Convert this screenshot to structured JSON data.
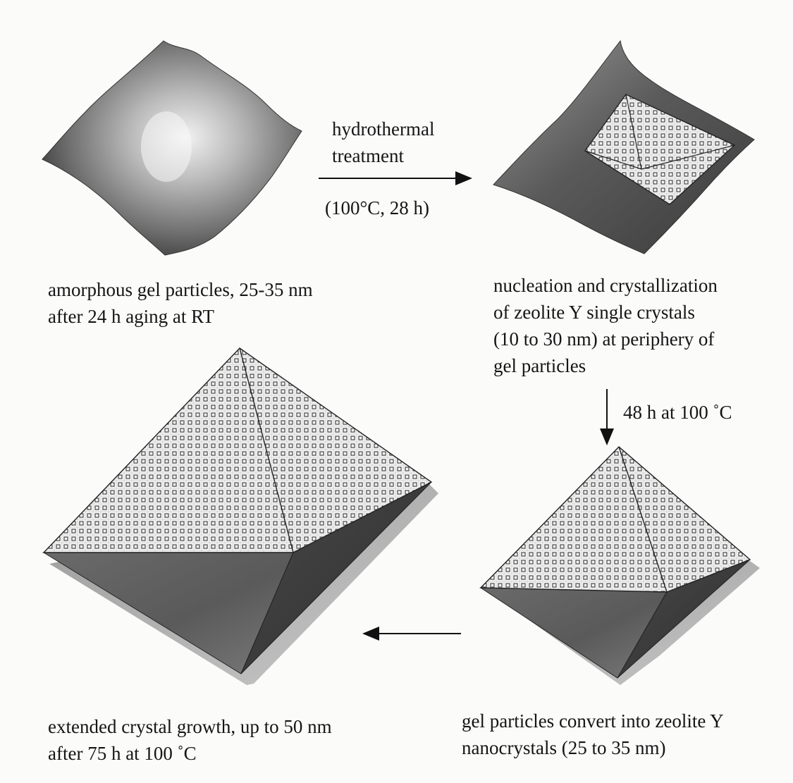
{
  "stage1": {
    "caption_lines": [
      "amorphous gel particles, 25-35 nm",
      "after 24 h aging at RT"
    ]
  },
  "arrow1": {
    "label_lines": [
      "hydrothermal",
      "treatment"
    ],
    "condition": "(100°C, 28 h)"
  },
  "stage2": {
    "caption_lines": [
      "nucleation  and crystallization",
      "of zeolite Y single crystals",
      "(10 to 30 nm) at periphery of",
      "gel particles"
    ]
  },
  "arrow2": {
    "label": "48 h at 100 ˚C"
  },
  "stage3": {
    "caption_lines": [
      "gel particles convert into zeolite Y",
      "nanocrystals (25 to 35 nm)"
    ]
  },
  "stage4": {
    "caption_lines": [
      "extended crystal growth, up to 50 nm",
      "after 75 h at 100 ˚C"
    ]
  }
}
